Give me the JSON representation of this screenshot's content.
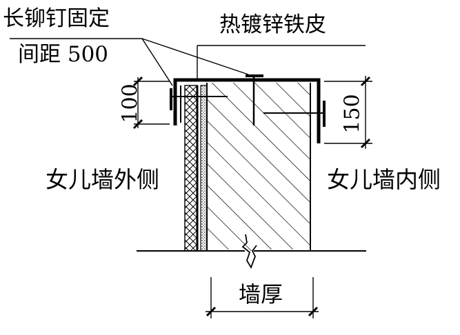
{
  "labels": {
    "rivet": "长铆钉固定",
    "spacing": "间距 500",
    "sheet": "热镀锌铁皮",
    "outer_side": "女儿墙外侧",
    "inner_side": "女儿墙内侧",
    "wall_thickness": "墙厚"
  },
  "dimensions": {
    "outer_flashing_height": "100",
    "inner_flashing_height": "150"
  }
}
